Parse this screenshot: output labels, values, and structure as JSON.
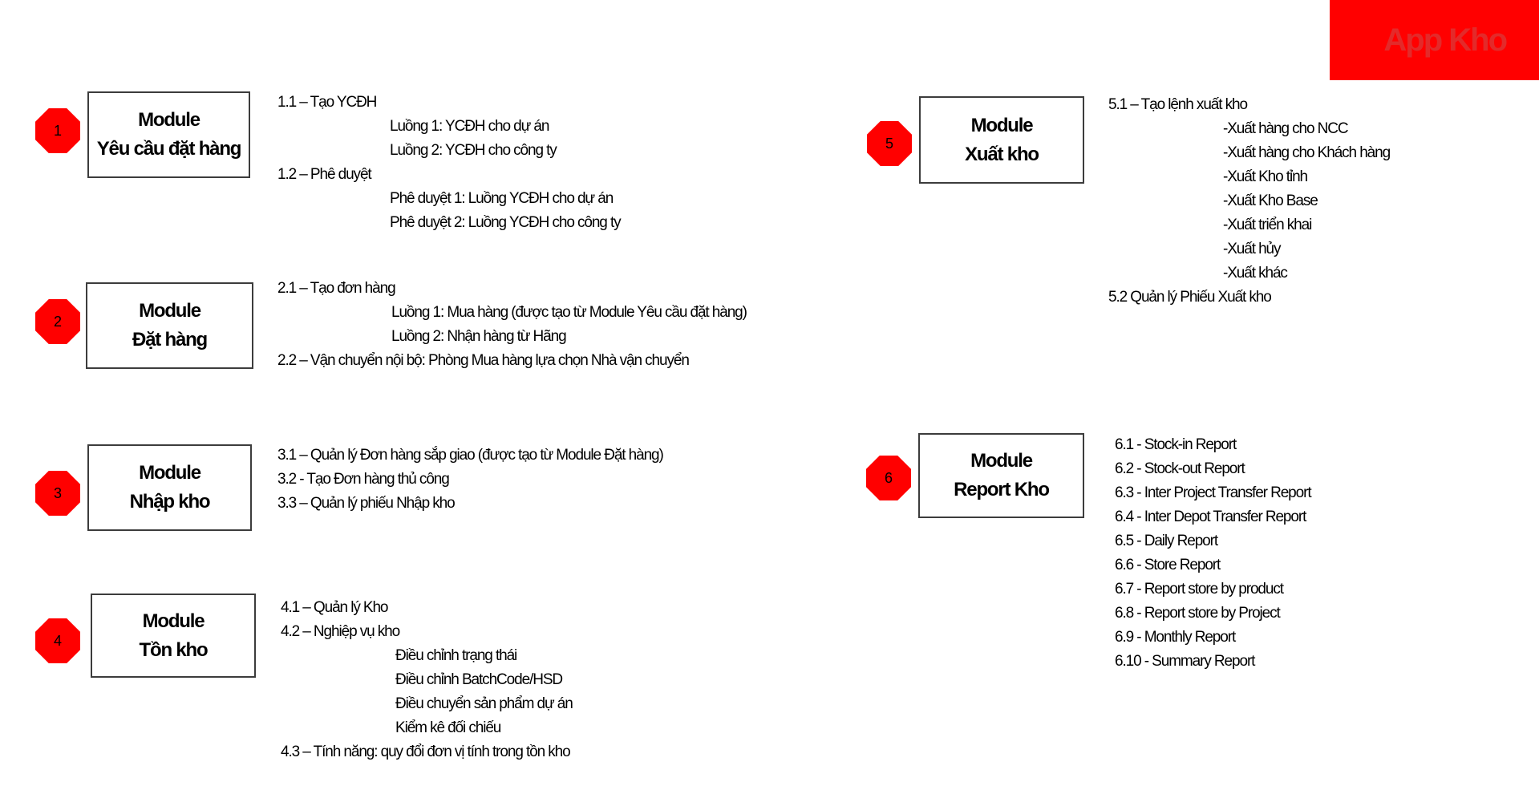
{
  "brand": {
    "title": "App Kho",
    "color": "#ff0000"
  },
  "modules": [
    {
      "number": "1",
      "line1": "Module",
      "line2": "Yêu cầu đặt hàng",
      "items": [
        {
          "text": "1.1 – Tạo YCĐH"
        },
        {
          "text": "Luồng 1: YCĐH cho dự án"
        },
        {
          "text": "Luồng 2: YCĐH cho công ty"
        },
        {
          "text": "1.2 – Phê duyệt"
        },
        {
          "text": "Phê duyệt 1: Luồng YCĐH cho dự án"
        },
        {
          "text": "Phê duyệt 2: Luồng YCĐH cho công ty"
        }
      ]
    },
    {
      "number": "2",
      "line1": "Module",
      "line2": "Đặt hàng",
      "items": [
        {
          "text": "2.1 – Tạo đơn hàng"
        },
        {
          "text": "Luồng 1: Mua hàng (được tạo từ Module Yêu cầu đặt hàng)"
        },
        {
          "text": "Luồng 2: Nhận hàng từ Hãng"
        },
        {
          "text": "2.2 – Vận chuyển nội bộ: Phòng Mua hàng lựa chọn Nhà vận chuyển"
        }
      ]
    },
    {
      "number": "3",
      "line1": "Module",
      "line2": "Nhập kho",
      "items": [
        {
          "text": "3.1 – Quản lý Đơn hàng sắp giao (được tạo từ Module Đặt hàng)"
        },
        {
          "text": "3.2 - Tạo Đơn hàng thủ công"
        },
        {
          "text": "3.3 – Quản lý phiếu Nhập kho"
        }
      ]
    },
    {
      "number": "4",
      "line1": "Module",
      "line2": "Tồn kho",
      "items": [
        {
          "text": "4.1 – Quản lý Kho"
        },
        {
          "text": "4.2 – Nghiệp vụ kho"
        },
        {
          "text": "Điều chỉnh trạng thái"
        },
        {
          "text": "Điều chỉnh BatchCode/HSD"
        },
        {
          "text": "Điều chuyển sản phẩm dự án"
        },
        {
          "text": "Kiểm kê đối chiếu"
        },
        {
          "text": "4.3 – Tính năng: quy đổi đơn vị tính trong tồn kho"
        }
      ]
    },
    {
      "number": "5",
      "line1": "Module",
      "line2": "Xuất kho",
      "items": [
        {
          "text": "5.1 – Tạo lệnh xuất kho"
        },
        {
          "text": "-Xuất hàng cho NCC"
        },
        {
          "text": "-Xuất hàng cho Khách hàng"
        },
        {
          "text": "-Xuất Kho tỉnh"
        },
        {
          "text": "-Xuất Kho Base"
        },
        {
          "text": "-Xuất triển khai"
        },
        {
          "text": "-Xuất hủy"
        },
        {
          "text": "-Xuất khác"
        },
        {
          "text": "5.2 Quản lý Phiếu Xuất kho"
        }
      ]
    },
    {
      "number": "6",
      "line1": "Module",
      "line2": "Report Kho",
      "items": [
        {
          "text": "6.1 - Stock-in Report"
        },
        {
          "text": "6.2 - Stock-out Report"
        },
        {
          "text": "6.3 - Inter Project Transfer Report"
        },
        {
          "text": "6.4 - Inter Depot Transfer Report"
        },
        {
          "text": "6.5 - Daily Report"
        },
        {
          "text": "6.6 - Store Report"
        },
        {
          "text": "6.7 - Report store by product"
        },
        {
          "text": "6.8 - Report store by Project"
        },
        {
          "text": "6.9 - Monthly Report"
        },
        {
          "text": "6.10 - Summary Report"
        }
      ]
    }
  ]
}
